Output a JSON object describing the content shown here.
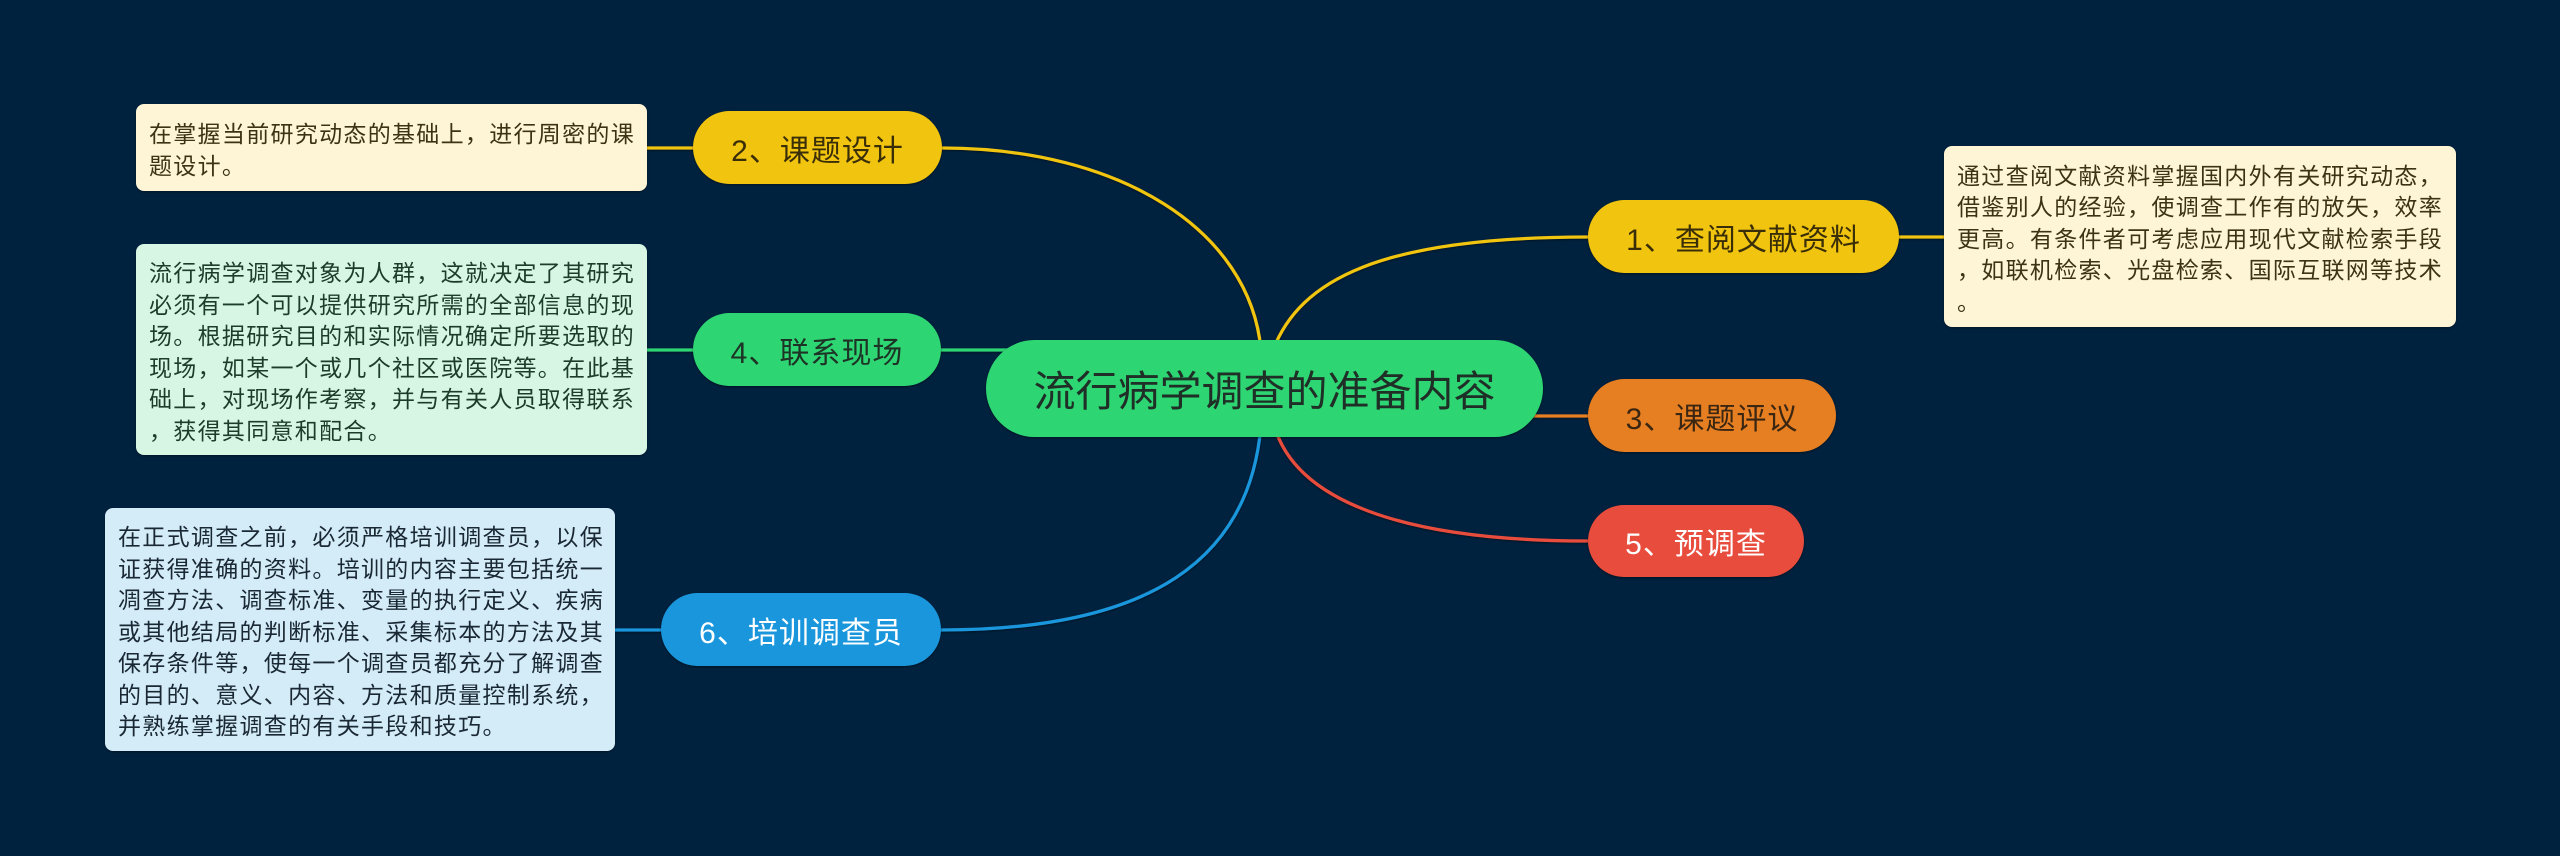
{
  "canvas": {
    "background": "#00223f"
  },
  "central_topic": {
    "label": "流行病学调查的准备内容",
    "color": "#2ed573"
  },
  "branches": [
    {
      "label": "1、查阅文献资料",
      "color": "#f1c40f",
      "side": "right",
      "note": {
        "lines": [
          "通过查阅文献资料掌握国内外有关研究动态，",
          "借鉴别人的经验，使调查工作有的放矢，效率",
          "更高。有条件者可考虑应用现代文献检索手段",
          "，如联机检索、光盘检索、国际互联网等技术",
          "。"
        ]
      }
    },
    {
      "label": "2、课题设计",
      "color": "#f1c40f",
      "side": "left",
      "note": {
        "lines": [
          "在掌握当前研究动态的基础上，进行周密的课",
          "题设计。"
        ]
      }
    },
    {
      "label": "3、课题评议",
      "color": "#e67e22",
      "side": "right"
    },
    {
      "label": "4、联系现场",
      "color": "#2ed573",
      "side": "left",
      "note": {
        "lines": [
          "流行病学调查对象为人群，这就决定了其研究",
          "必须有一个可以提供研究所需的全部信息的现",
          "场。根据研究目的和实际情况确定所要选取的",
          "现场，如某一个或几个社区或医院等。在此基",
          "础上，对现场作考察，并与有关人员取得联系",
          "，获得其同意和配合。"
        ]
      }
    },
    {
      "label": "5、预调查",
      "color": "#e74c3c",
      "side": "right"
    },
    {
      "label": "6、培训调查员",
      "color": "#1a96dc",
      "side": "left",
      "note": {
        "lines": [
          "在正式调查之前，必须严格培训调查员，以保",
          "证获得准确的资料。培训的内容主要包括统一",
          "凋查方法、调查标准、变量的执行定义、疾病",
          "或其他结局的判断标准、采集标本的方法及其",
          "保存条件等，使每一个调查员都充分了解调查",
          "的目的、意义、内容、方法和质量控制系统，",
          "并熟练掌握调查的有关手段和技巧。"
        ]
      }
    }
  ]
}
